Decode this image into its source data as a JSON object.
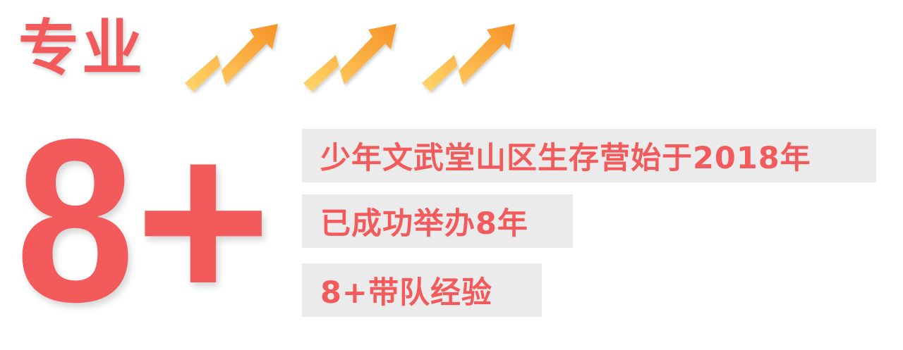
{
  "heading": "专业",
  "big_number": {
    "digit": "8",
    "plus": "+"
  },
  "info_lines": [
    "少年文武堂山区生存营始于2018年",
    "已成功举办8年",
    "8+带队经验"
  ],
  "icons": {
    "growth_arrow": "trending-up-arrow-icon"
  },
  "colors": {
    "accent_red": "#f25a5b",
    "box_background": "#ebebeb",
    "arrow_start": "#ffd76a",
    "arrow_end": "#f79228"
  }
}
